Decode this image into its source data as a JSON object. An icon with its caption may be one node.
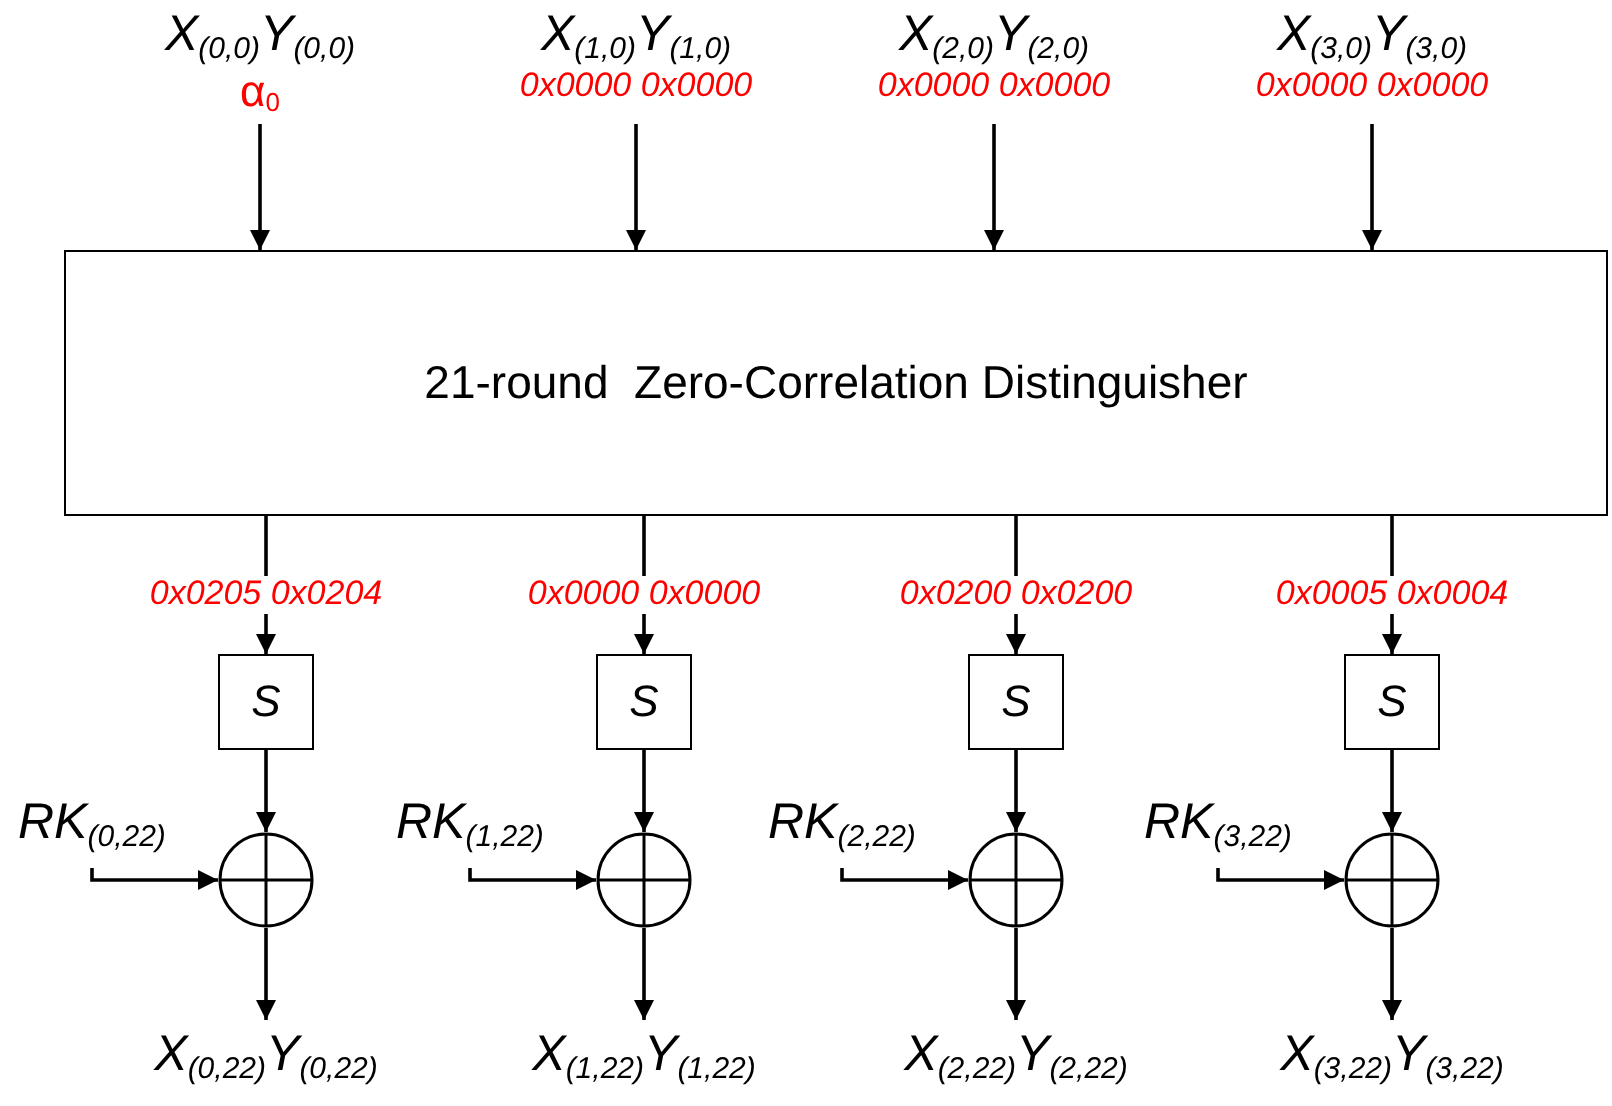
{
  "diagram": {
    "nodes": [
      {
        "text": [
          "X$_{(0,0)}$Y$_{(0,0)}$",
          "α$_{0}$"
        ]
      },
      {
        "text": [
          "X$_{(1,0)}$Y$_{(1,0)}$",
          "0x0000 0x0000"
        ]
      },
      {
        "text": [
          "X$_{(2,0)}$Y$_{(2,0)}$",
          "0x0000 0x0000"
        ]
      },
      {
        "text": [
          "X$_{(3,0)}$Y$_{(3,0)}$",
          "0x0000 0x0000"
        ]
      },
      {
        "text": [
          "21-round  Zero-Correlation Distinguisher"
        ]
      },
      {
        "text": [
          "S"
        ]
      },
      {
        "text": [
          "S"
        ]
      },
      {
        "text": [
          "S"
        ]
      },
      {
        "text": [
          "S"
        ]
      },
      {
        "text": [],
        "shape": "circle"
      },
      {
        "text": [],
        "shape": "circle"
      },
      {
        "text": [],
        "shape": "circle"
      },
      {
        "text": [],
        "shape": "circle"
      },
      {
        "text": [
          "RK$_{(0,22)}$"
        ]
      },
      {
        "text": [
          "RK$_{(1,22)}$"
        ]
      },
      {
        "text": [
          "RK$_{(2,22)}$"
        ]
      },
      {
        "text": [
          "RK$_{(3,22)}$"
        ]
      },
      {
        "text": [
          "X$_{(0,22)}$Y$_{(0,22)}$"
        ]
      },
      {
        "text": [
          "X$_{(1,22)}$Y$_{(1,22)}$"
        ]
      },
      {
        "text": [
          "X$_{(2,22)}$Y$_{(2,22)}$"
        ]
      },
      {
        "text": [
          "X$_{(3,22)}$Y$_{(3,22)}$"
        ]
      }
    ],
    "edges": [
      {
        "from": 0,
        "to": 4,
        "arrow": "to"
      },
      {
        "from": 1,
        "to": 4,
        "arrow": "to"
      },
      {
        "from": 2,
        "to": 4,
        "arrow": "to"
      },
      {
        "from": 3,
        "to": 4,
        "arrow": "to"
      },
      {
        "from": 4,
        "to": 5,
        "arrow": "to",
        "label": "0x0205 0x0204"
      },
      {
        "from": 4,
        "to": 6,
        "arrow": "to",
        "label": "0x0000 0x0000"
      },
      {
        "from": 4,
        "to": 7,
        "arrow": "to",
        "label": "0x0200 0x0200"
      },
      {
        "from": 4,
        "to": 8,
        "arrow": "to",
        "label": "0x0005 0x0004"
      },
      {
        "from": 5,
        "to": 9,
        "arrow": "to"
      },
      {
        "from": 6,
        "to": 10,
        "arrow": "to"
      },
      {
        "from": 7,
        "to": 11,
        "arrow": "to"
      },
      {
        "from": 8,
        "to": 12,
        "arrow": "to"
      },
      {
        "from": 13,
        "to": 9,
        "arrow": "to"
      },
      {
        "from": 14,
        "to": 10,
        "arrow": "to"
      },
      {
        "from": 15,
        "to": 11,
        "arrow": "to"
      },
      {
        "from": 16,
        "to": 12,
        "arrow": "to"
      },
      {
        "from": 9,
        "to": 17,
        "arrow": "to"
      },
      {
        "from": 10,
        "to": 18,
        "arrow": "to"
      },
      {
        "from": 11,
        "to": 19,
        "arrow": "to"
      },
      {
        "from": 12,
        "to": 20,
        "arrow": "to"
      }
    ]
  }
}
